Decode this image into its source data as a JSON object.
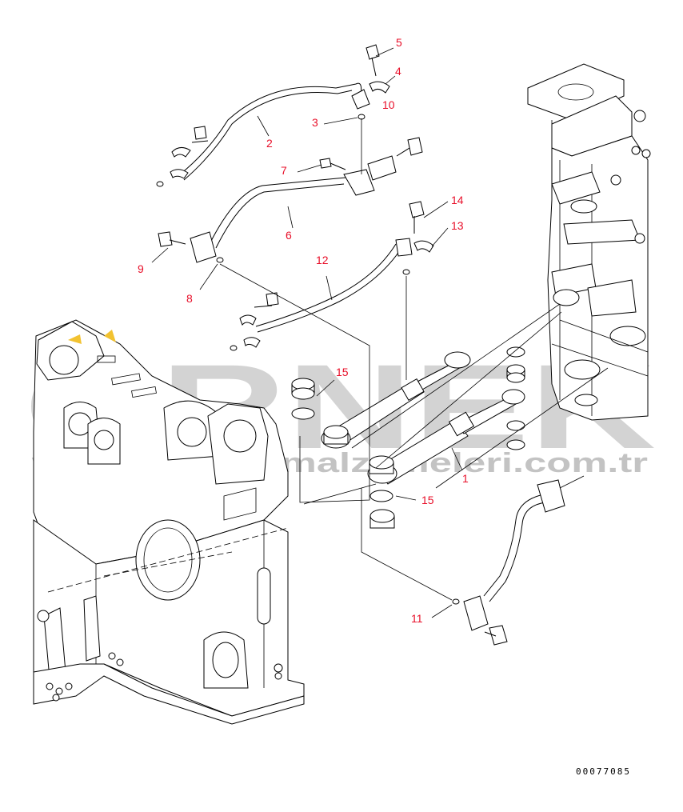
{
  "callouts": [
    "5",
    "4",
    "10",
    "3",
    "2",
    "7",
    "14",
    "13",
    "6",
    "9",
    "12",
    "8",
    "15",
    "15",
    "1",
    "11"
  ],
  "document_number": "00077085",
  "watermark": {
    "brand": "ORNEK",
    "url": "www.ornekismalzemeleri.com.tr",
    "color": "#c8c8c8"
  },
  "colors": {
    "callout": "#e8102a",
    "line": "#000000",
    "accent": "#f2c230"
  }
}
